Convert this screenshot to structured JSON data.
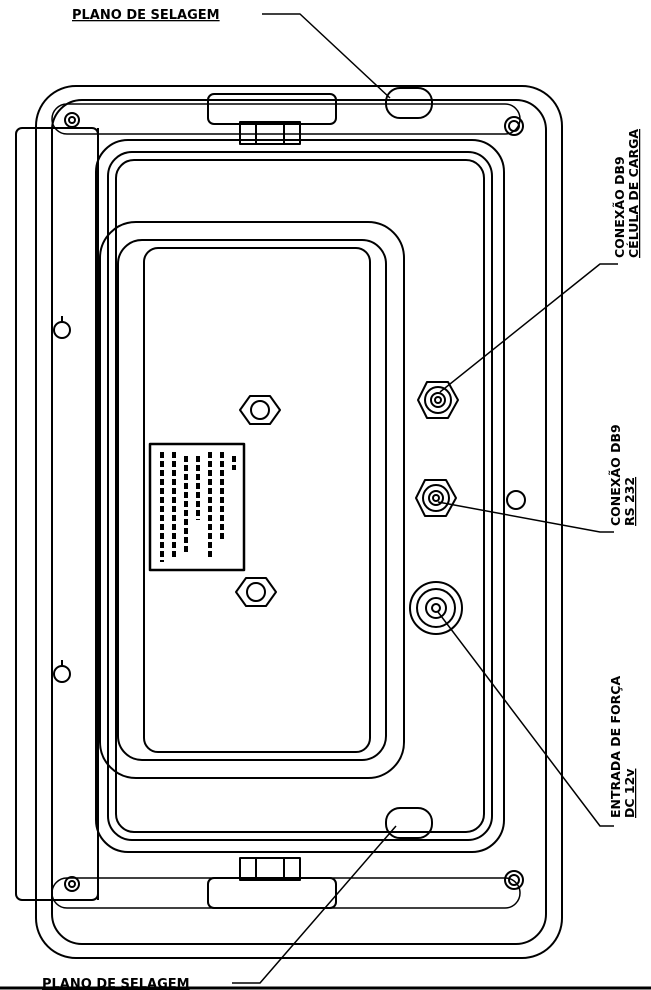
{
  "labels": {
    "seal_top": "PLANO DE SELAGEM",
    "seal_bottom": "PLANO DE SELAGEM",
    "db9_load_cell_line1": "CONEXÃO DB9",
    "db9_load_cell_line2": "CÉLULA DE CARGA",
    "db9_rs232_line1": "CONEXÃO DB9",
    "db9_rs232_line2": "RS 232",
    "power_line1": "ENTRADA DE FORÇA",
    "power_line2": "DC 12v"
  },
  "colors": {
    "line": "#000000",
    "background": "#ffffff"
  }
}
